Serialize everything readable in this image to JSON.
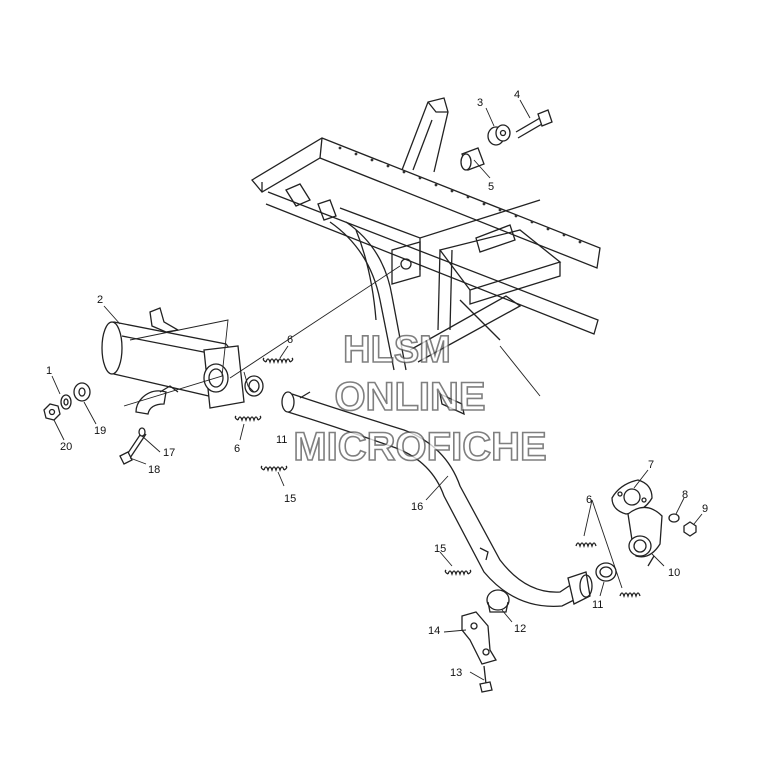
{
  "watermark": {
    "line1": "HLSM",
    "line2": "ONLINE",
    "line3": "MICROFICHE"
  },
  "callouts": {
    "c1": "1",
    "c2": "2",
    "c3": "3",
    "c4": "4",
    "c5": "5",
    "c6a": "6",
    "c6b": "6",
    "c6c": "6",
    "c7": "7",
    "c8": "8",
    "c9": "9",
    "c10": "10",
    "c11a": "11",
    "c11b": "11",
    "c12": "12",
    "c13": "13",
    "c14": "14",
    "c15a": "15",
    "c15b": "15",
    "c16": "16",
    "c17": "17",
    "c18": "18",
    "c19": "19",
    "c20": "20"
  }
}
